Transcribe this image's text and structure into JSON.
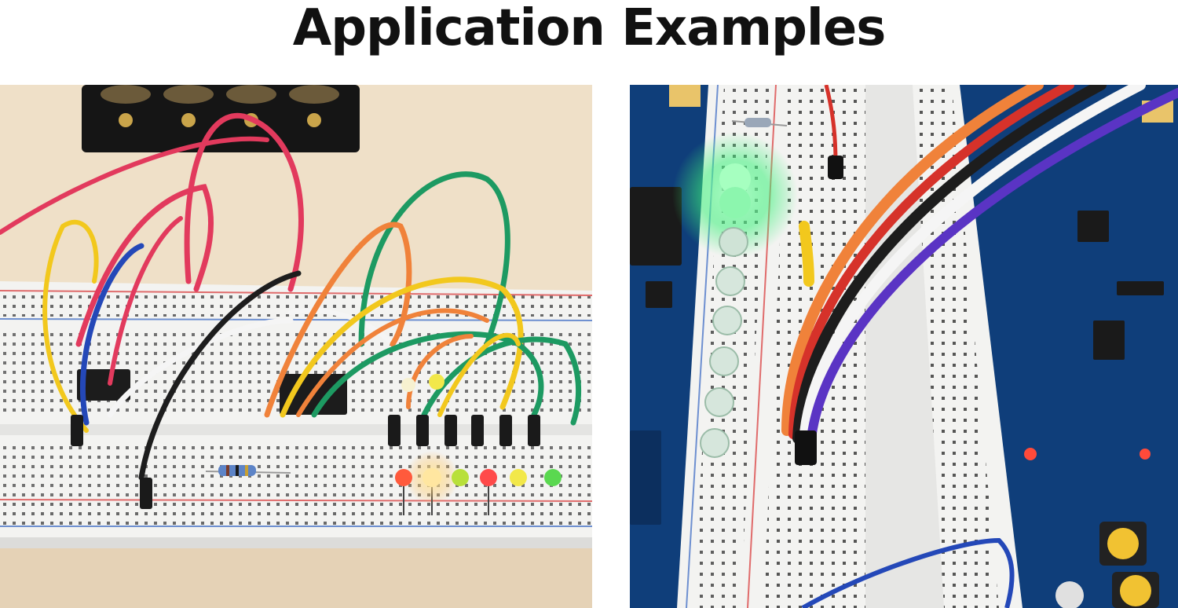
{
  "header": {
    "title": "Application Examples"
  },
  "images": [
    {
      "subject": "breadboard-circuit-with-leds-and-jumper-wires"
    },
    {
      "subject": "breadboard-on-blue-pcb-with-green-led-and-ribbon-wires"
    }
  ],
  "colors": {
    "table": "#efe0c8",
    "breadboard": "#f3f3f1",
    "pcb": "#0f3e7a",
    "led_green": "#3cf07a",
    "led_red": "#ff5a3c",
    "led_yellow": "#f2e84a",
    "wire_red": "#e23a5d",
    "wire_yellow": "#f2c81d",
    "wire_blue": "#2448b8",
    "wire_green": "#1d9a62",
    "wire_orange": "#f0823a",
    "wire_black": "#1d1d1d",
    "wire_white": "#f5f5f5",
    "wire_purple": "#5a34c4"
  }
}
